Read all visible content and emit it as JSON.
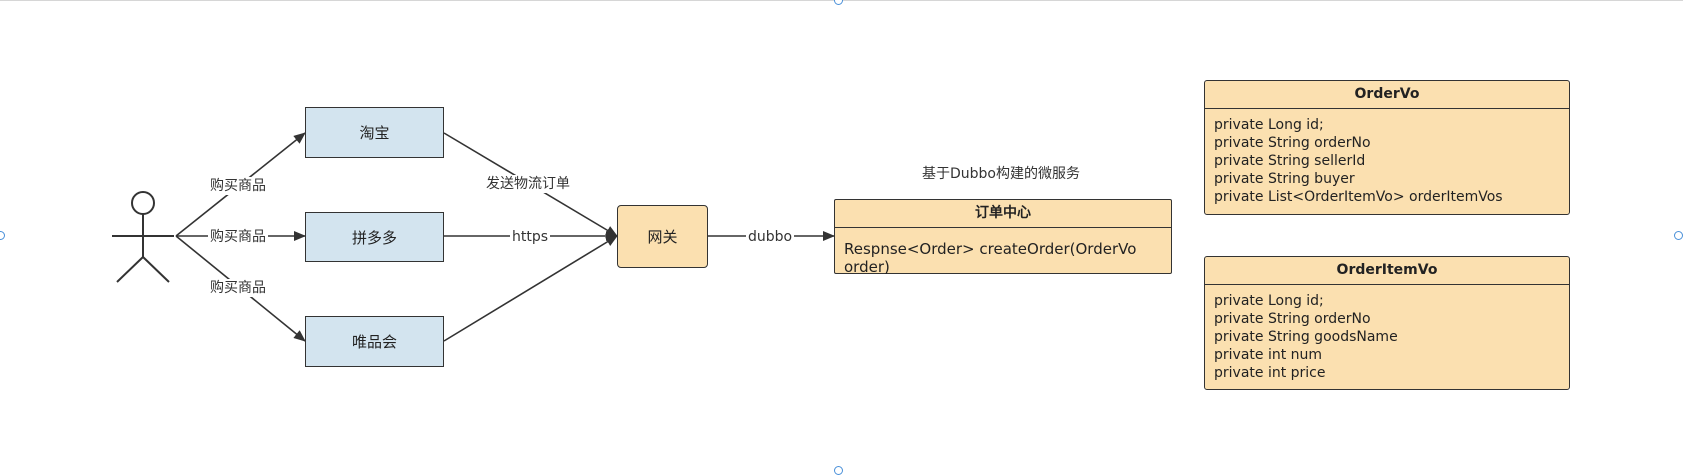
{
  "nodes": {
    "taobao": "淘宝",
    "pinduoduo": "拼多多",
    "vipshop": "唯品会",
    "gateway": "网关"
  },
  "edge_labels": {
    "buy1": "购买商品",
    "buy2": "购买商品",
    "buy3": "购买商品",
    "send_logistics": "发送物流订单",
    "https": "https",
    "dubbo": "dubbo"
  },
  "microservice_caption": "基于Dubbo构建的微服务",
  "order_center": {
    "title": "订单中心",
    "method": "Respnse<Order> createOrder(OrderVo order)"
  },
  "order_vo": {
    "title": "OrderVo",
    "fields": [
      "private Long id;",
      "private String orderNo",
      "private String sellerId",
      "private String buyer",
      "private List<OrderItemVo> orderItemVos"
    ]
  },
  "order_item_vo": {
    "title": "OrderItemVo",
    "fields": [
      "private Long id;",
      "private String orderNo",
      "private String goodsName",
      "private int num",
      "private int price"
    ]
  },
  "colors": {
    "client_fill": "#d3e4ef",
    "service_fill": "#fbe0b0",
    "stroke": "#333333",
    "selection_handle": "#4a90d9"
  }
}
